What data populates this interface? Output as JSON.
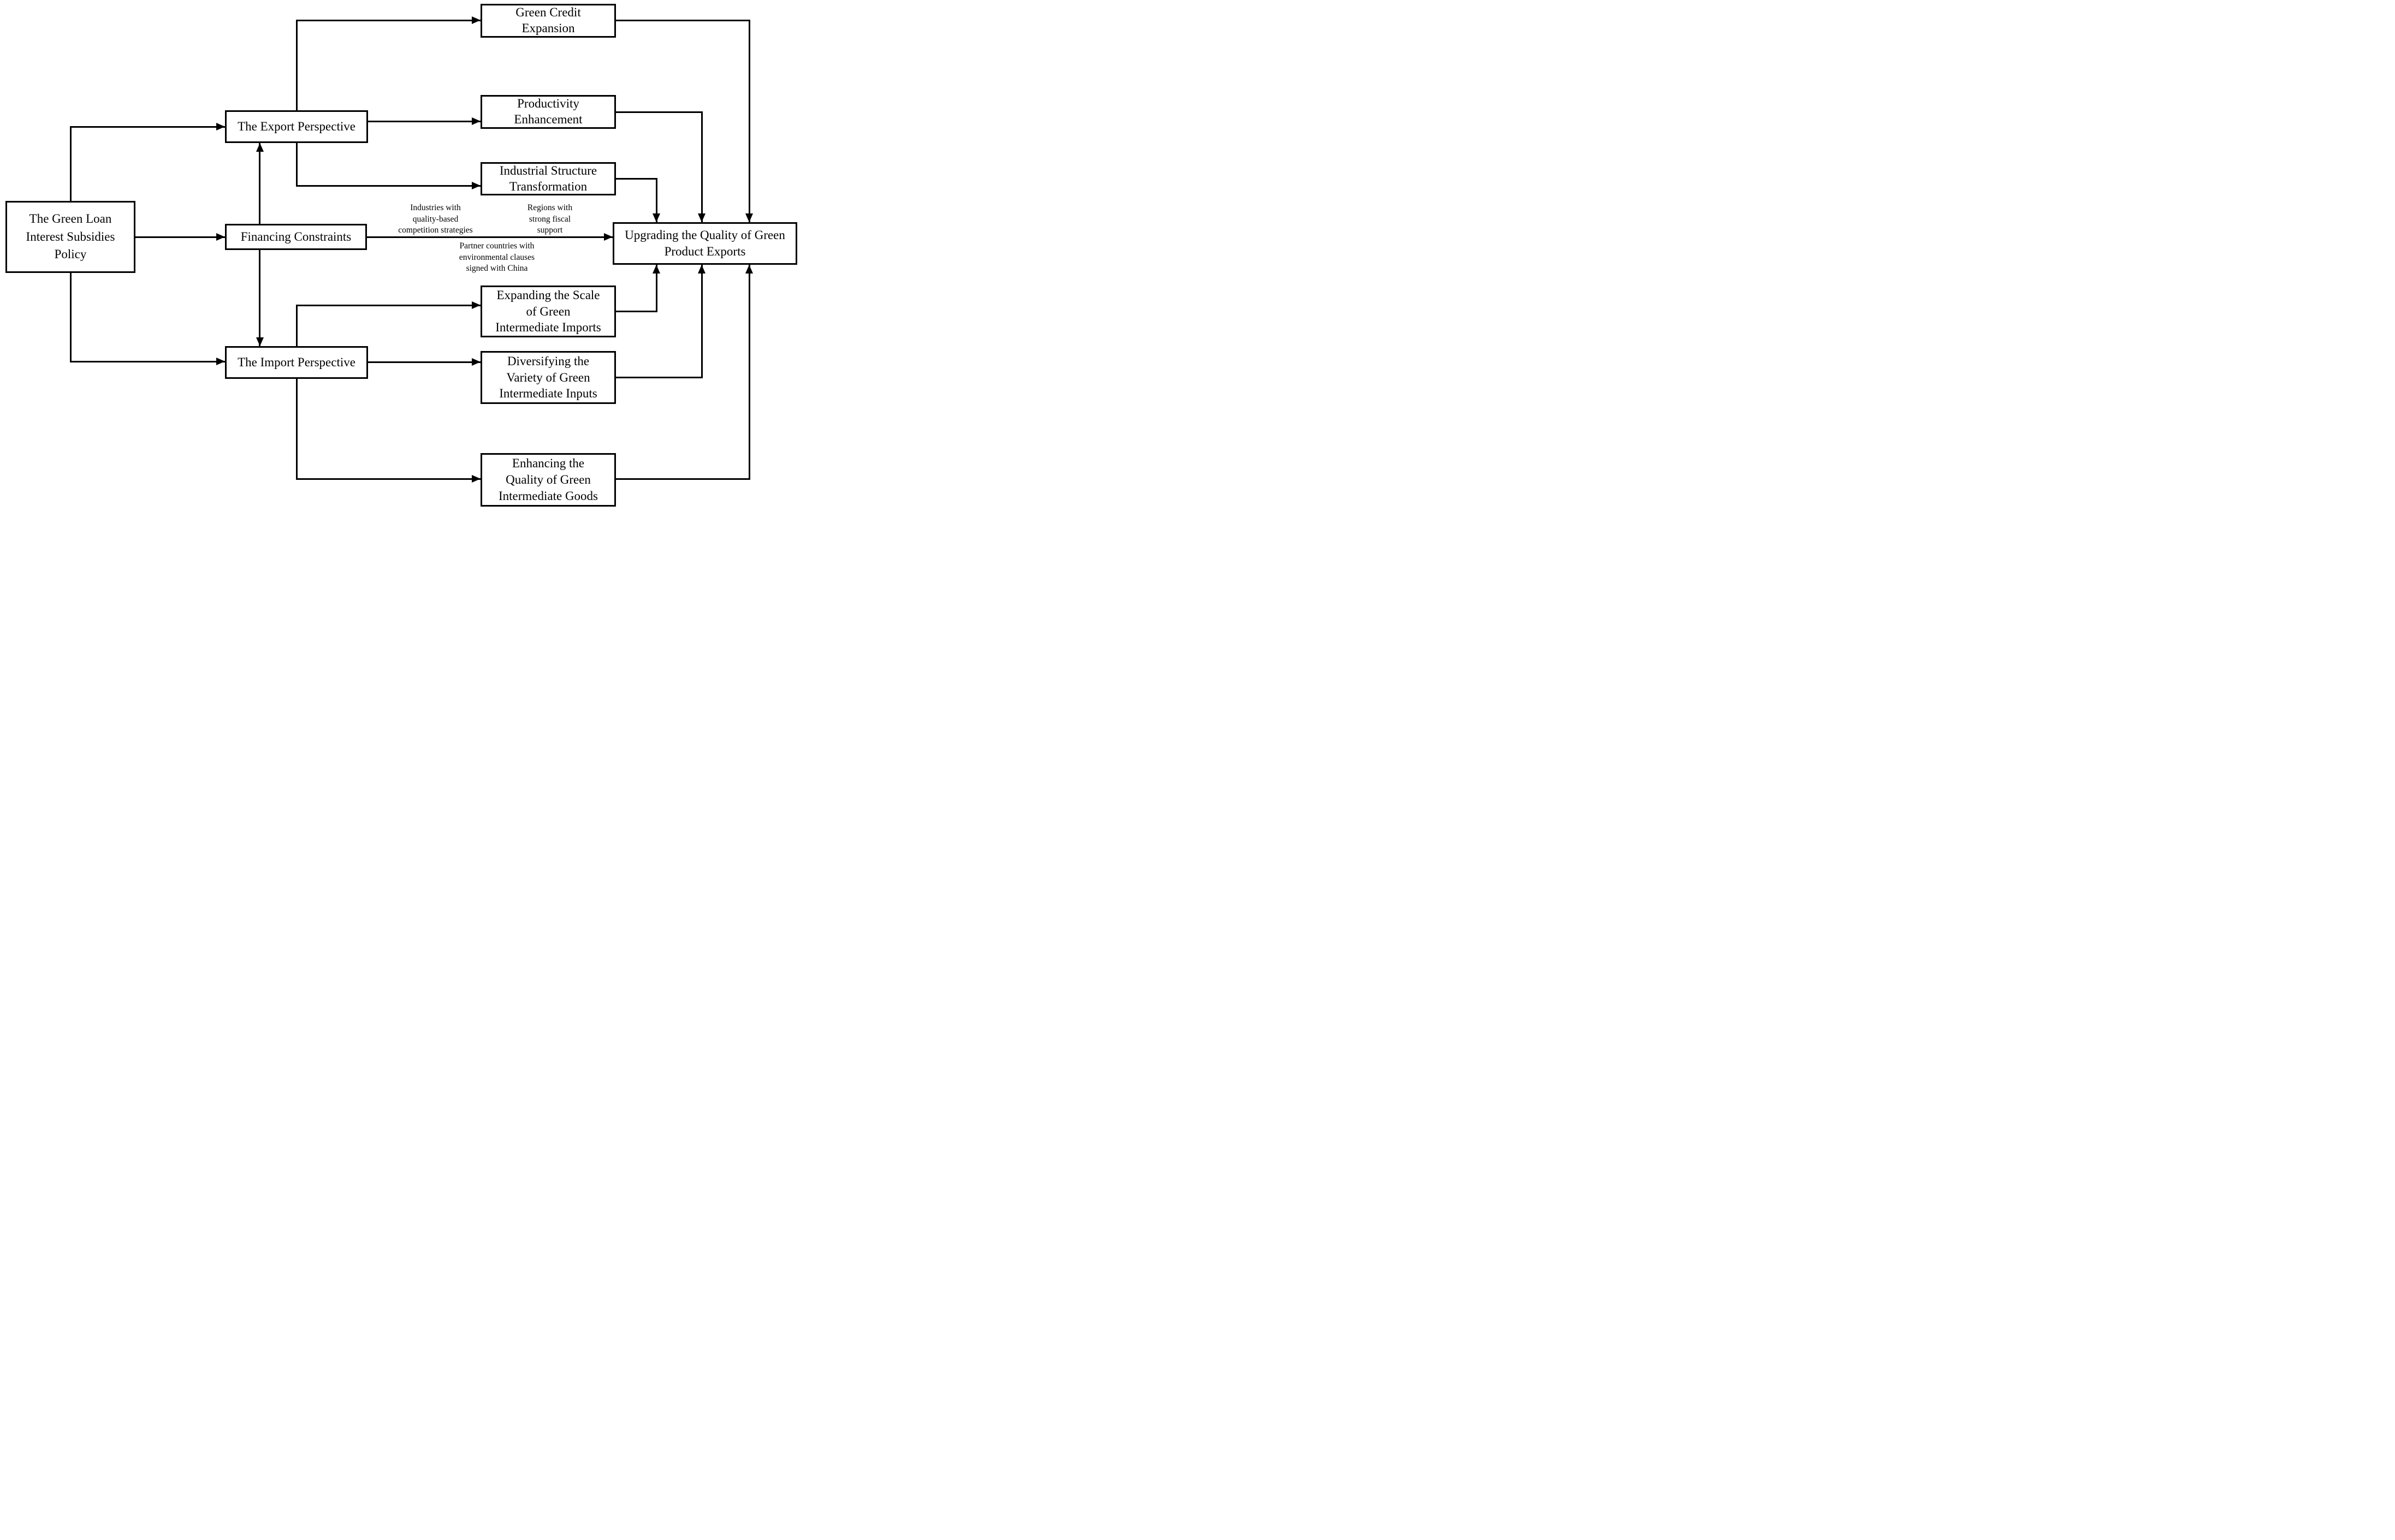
{
  "canvas": {
    "background_color": "#ffffff",
    "line_color": "#000000",
    "box_fill_color": "#ffffff",
    "text_color": "#000000"
  },
  "nodes": {
    "policy": {
      "lines": [
        "The Green Loan",
        "Interest Subsidies",
        "Policy"
      ]
    },
    "export_perspective": {
      "lines": [
        "The Export Perspective"
      ]
    },
    "financing_constraints": {
      "lines": [
        "Financing Constraints"
      ]
    },
    "import_perspective": {
      "lines": [
        "The Import Perspective"
      ]
    },
    "green_credit": {
      "lines": [
        "Green Credit",
        "Expansion"
      ]
    },
    "productivity": {
      "lines": [
        "Productivity",
        "Enhancement"
      ]
    },
    "industrial": {
      "lines": [
        "Industrial Structure",
        "Transformation"
      ]
    },
    "expanding": {
      "lines": [
        "Expanding the Scale",
        "of Green",
        "Intermediate Imports"
      ]
    },
    "diversifying": {
      "lines": [
        "Diversifying the",
        "Variety of Green",
        "Intermediate Inputs"
      ]
    },
    "enhancing": {
      "lines": [
        "Enhancing the",
        "Quality of Green",
        "Intermediate Goods"
      ]
    },
    "upgrading": {
      "lines": [
        "Upgrading the Quality of Green",
        "Product Exports"
      ]
    }
  },
  "edge_labels": {
    "industries": {
      "lines": [
        "Industries with",
        "quality-based",
        "competition strategies"
      ]
    },
    "regions": {
      "lines": [
        "Regions with",
        "strong fiscal",
        "support"
      ]
    },
    "partner": {
      "lines": [
        "Partner countries with",
        "environmental clauses",
        "signed with China"
      ]
    }
  },
  "edges": [
    {
      "from": "policy",
      "to": "export_perspective"
    },
    {
      "from": "policy",
      "to": "financing_constraints"
    },
    {
      "from": "policy",
      "to": "import_perspective"
    },
    {
      "from": "financing_constraints",
      "to": "export_perspective"
    },
    {
      "from": "financing_constraints",
      "to": "import_perspective"
    },
    {
      "from": "export_perspective",
      "to": "green_credit"
    },
    {
      "from": "export_perspective",
      "to": "productivity"
    },
    {
      "from": "export_perspective",
      "to": "industrial"
    },
    {
      "from": "financing_constraints",
      "to": "upgrading",
      "labels_above": [
        "industries",
        "regions"
      ],
      "labels_below": [
        "partner"
      ]
    },
    {
      "from": "import_perspective",
      "to": "expanding"
    },
    {
      "from": "import_perspective",
      "to": "diversifying"
    },
    {
      "from": "import_perspective",
      "to": "enhancing"
    },
    {
      "from": "green_credit",
      "to": "upgrading"
    },
    {
      "from": "productivity",
      "to": "upgrading"
    },
    {
      "from": "industrial",
      "to": "upgrading"
    },
    {
      "from": "expanding",
      "to": "upgrading"
    },
    {
      "from": "diversifying",
      "to": "upgrading"
    },
    {
      "from": "enhancing",
      "to": "upgrading"
    }
  ]
}
